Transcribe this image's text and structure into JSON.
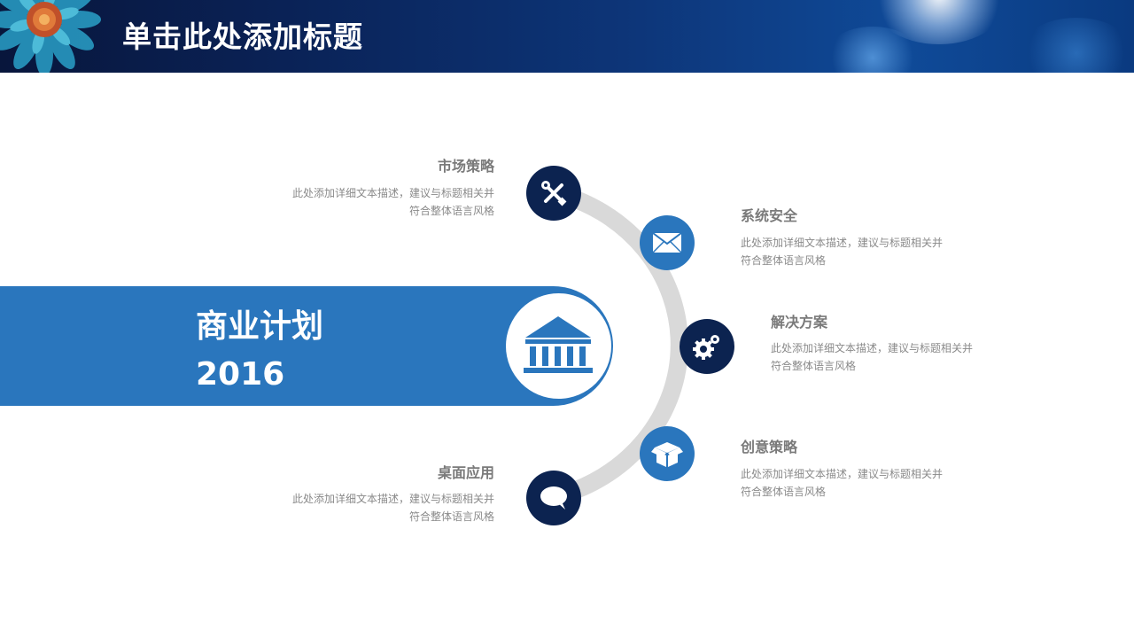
{
  "header": {
    "title": "单击此处添加标题"
  },
  "center": {
    "line1": "商业计划",
    "line2": "2016",
    "icon": "bank-icon"
  },
  "colors": {
    "dark": "#0c2350",
    "blue": "#2a76bd",
    "arc": "#d9d9d9"
  },
  "items": [
    {
      "title": "市场策略",
      "desc1": "此处添加详细文本描述，建议与标题相关并",
      "desc2": "符合整体语言风格",
      "icon": "wrench-screwdriver-icon"
    },
    {
      "title": "系统安全",
      "desc1": "此处添加详细文本描述，建议与标题相关并",
      "desc2": "符合整体语言风格",
      "icon": "envelope-icon"
    },
    {
      "title": "解决方案",
      "desc1": "此处添加详细文本描述，建议与标题相关并",
      "desc2": "符合整体语言风格",
      "icon": "gears-icon"
    },
    {
      "title": "创意策略",
      "desc1": "此处添加详细文本描述，建议与标题相关并",
      "desc2": "符合整体语言风格",
      "icon": "box-icon"
    },
    {
      "title": "桌面应用",
      "desc1": "此处添加详细文本描述，建议与标题相关并",
      "desc2": "符合整体语言风格",
      "icon": "speech-bubble-icon"
    }
  ]
}
